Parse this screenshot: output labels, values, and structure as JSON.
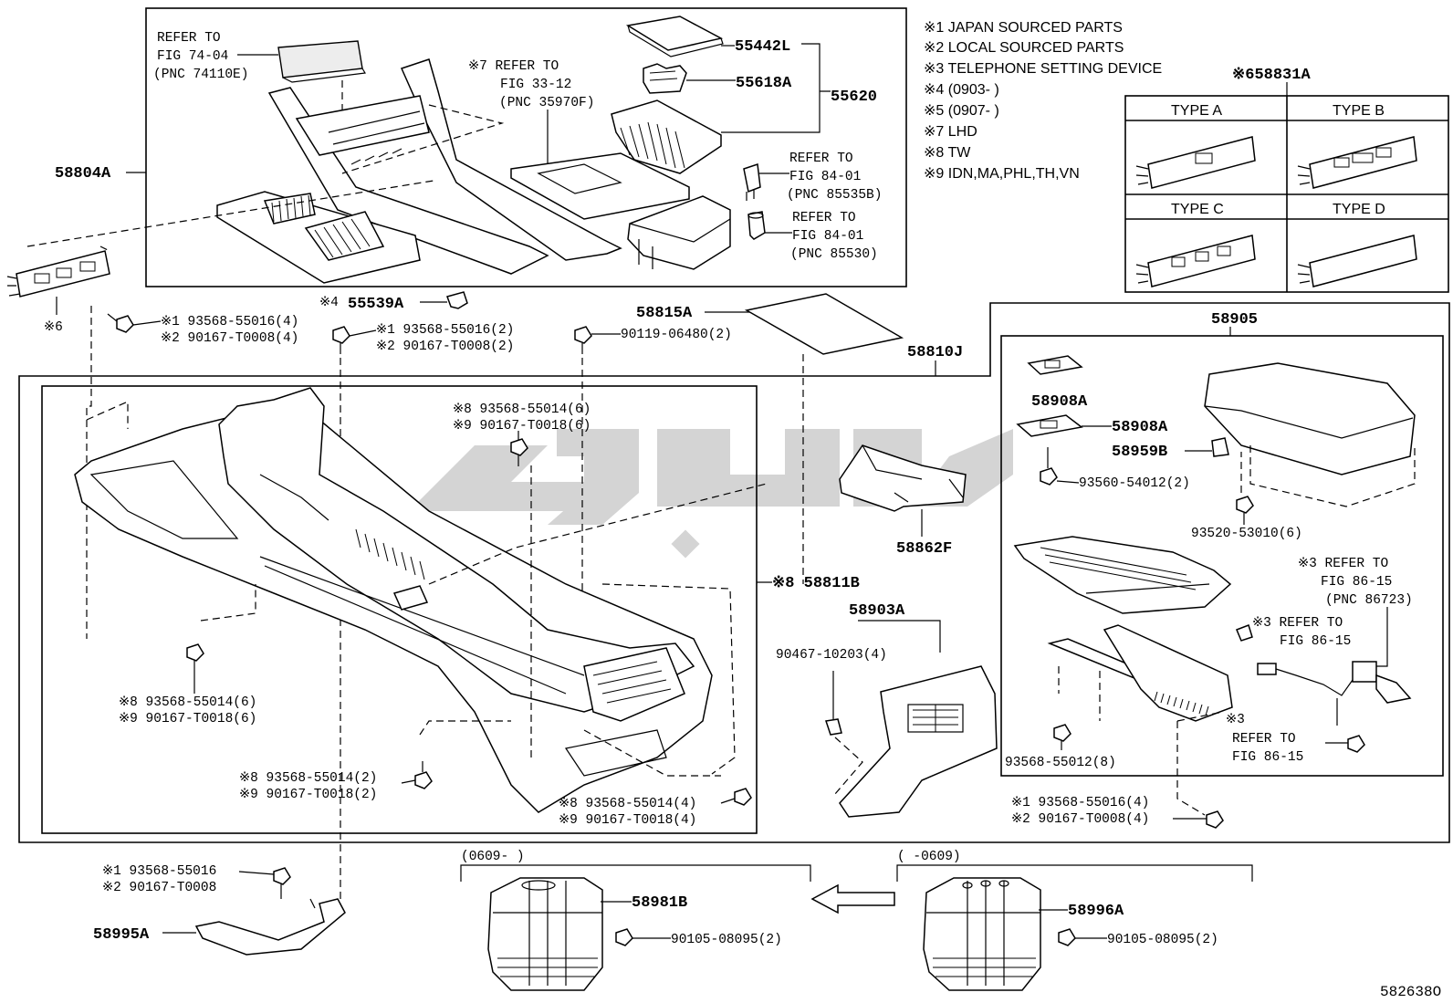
{
  "diagram_id": "582638O",
  "legend": [
    "※1 JAPAN SOURCED PARTS",
    "※2 LOCAL SOURCED PARTS",
    "※3 TELEPHONE SETTING DEVICE",
    "※4 (0903-    )",
    "※5 (0907-    )",
    "※7 LHD",
    "※8 TW",
    "※9 IDN,MA,PHL,TH,VN"
  ],
  "variant_table": {
    "title": "※658831A",
    "types": [
      "TYPE A",
      "TYPE B",
      "TYPE C",
      "TYPE D"
    ]
  },
  "labels": {
    "refer_7404": [
      "REFER TO",
      "FIG 74-04",
      "(PNC 74110E)"
    ],
    "refer_3312": [
      "※7 REFER TO",
      "FIG 33-12",
      "(PNC 35970F)"
    ],
    "refer_8401a": [
      "REFER TO",
      "FIG 84-01",
      "(PNC 85535B)"
    ],
    "refer_8401b": [
      "REFER TO",
      "FIG 84-01",
      "(PNC 85530)"
    ],
    "p55442L": "55442L",
    "p55618A": "55618A",
    "p55620": "55620",
    "p58804A": "58804A",
    "note6": "※6",
    "p55539A": "55539A",
    "note4": "※4",
    "p58815A": "58815A",
    "p58810J": "58810J",
    "p58905": "58905",
    "p58908A_1": "58908A",
    "p58908A_2": "58908A",
    "p58959B": "58959B",
    "b93560": "93560-54012(2)",
    "b93520": "93520-53010(6)",
    "b93568_55012": "93568-55012(8)",
    "refer_8615a": [
      "※3 REFER TO",
      "FIG 86-15",
      "(PNC 86723)"
    ],
    "refer_8615b": [
      "※3 REFER TO",
      "FIG 86-15"
    ],
    "refer_8615c": [
      "※3",
      "REFER TO",
      "FIG 86-15"
    ],
    "p58862F": "58862F",
    "p58811B": "※8 58811B",
    "p58903A": "58903A",
    "c90467": "90467-10203(4)",
    "b90119": "90119-06480(2)",
    "bolt_left_top": [
      "※1 93568-55016(4)",
      "※2 90167-T0008(4)"
    ],
    "bolt_mid_top": [
      "※1 93568-55016(2)",
      "※2 90167-T0008(2)"
    ],
    "bolt_center_top": [
      "※8 93568-55014(6)",
      "※9 90167-T0018(6)"
    ],
    "bolt_left_mid": [
      "※8 93568-55014(6)",
      "※9 90167-T0018(6)"
    ],
    "bolt_center_low": [
      "※8 93568-55014(2)",
      "※9 90167-T0018(2)"
    ],
    "bolt_right_low": [
      "※8 93568-55014(4)",
      "※9 90167-T0018(4)"
    ],
    "bolt_right_bottom": [
      "※1 93568-55016(4)",
      "※2 90167-T0008(4)"
    ],
    "bolt_bottom_left": [
      "※1 93568-55016",
      "※2 90167-T0008"
    ],
    "p58995A": "58995A",
    "range_new": "(0609-      )",
    "range_old": "(      -0609)",
    "p58981B": "58981B",
    "p58996A": "58996A",
    "b90105_a": "90105-08095(2)",
    "b90105_b": "90105-08095(2)"
  },
  "colors": {
    "line": "#000000",
    "watermark": "#d4d4d4"
  }
}
